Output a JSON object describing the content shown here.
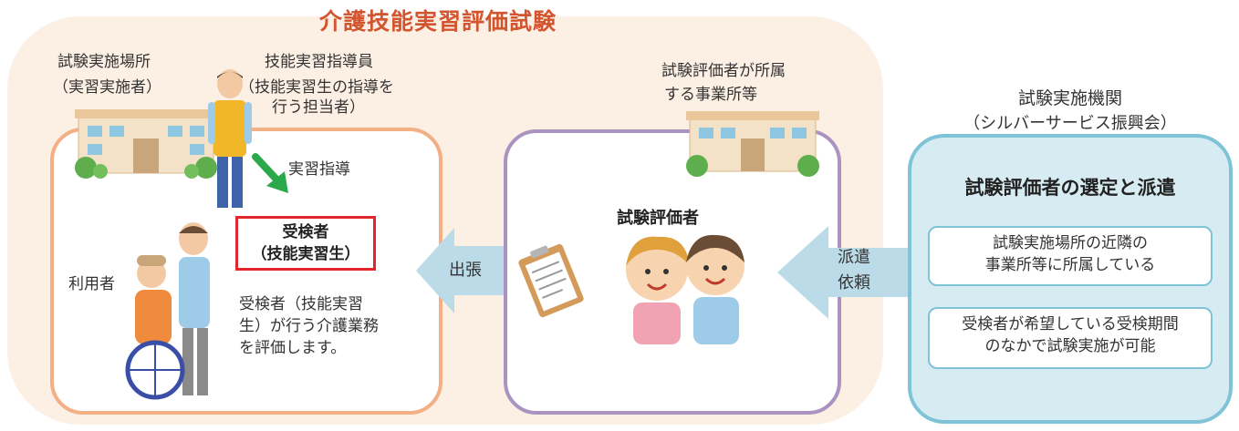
{
  "title": "介護技能実習評価試験",
  "site": {
    "label_line1": "試験実施場所",
    "label_line2": "（実習実施者）",
    "instructor_line1": "技能実習指導員",
    "instructor_line2": "（技能実習生の指導を",
    "instructor_line3": "行う担当者）",
    "guidance_label": "実習指導",
    "examinee_line1": "受検者",
    "examinee_line2": "（技能実習生）",
    "user_label": "利用者",
    "desc_line1": "受検者（技能実習",
    "desc_line2": "生）が行う介護業務",
    "desc_line3": "を評価します。"
  },
  "office": {
    "label_line1": "試験評価者が所属",
    "label_line2": "する事業所等",
    "evaluator_label": "試験評価者"
  },
  "arrow_dispatch": "出張",
  "arrow_request_line1": "派遣",
  "arrow_request_line2": "依頼",
  "agency": {
    "name_line1": "試験実施機関",
    "name_line2": "（シルバーサービス振興会）",
    "box_title": "試験評価者の選定と派遣",
    "cond1_line1": "試験実施場所の近隣の",
    "cond1_line2": "事業所等に所属している",
    "cond2_line1": "受検者が希望している受検期間",
    "cond2_line2": "のなかで試験実施が可能"
  },
  "colors": {
    "title": "#d2552f",
    "outer_panel": "#fcefe3",
    "site_border": "#f2b084",
    "office_border": "#a993c1",
    "agency_fill": "#d7ebf2",
    "agency_border": "#7fc3d6",
    "arrow_fill": "#bcdbe8",
    "examinee_border": "#e3262c",
    "guidance_arrow": "#2aa84a"
  }
}
